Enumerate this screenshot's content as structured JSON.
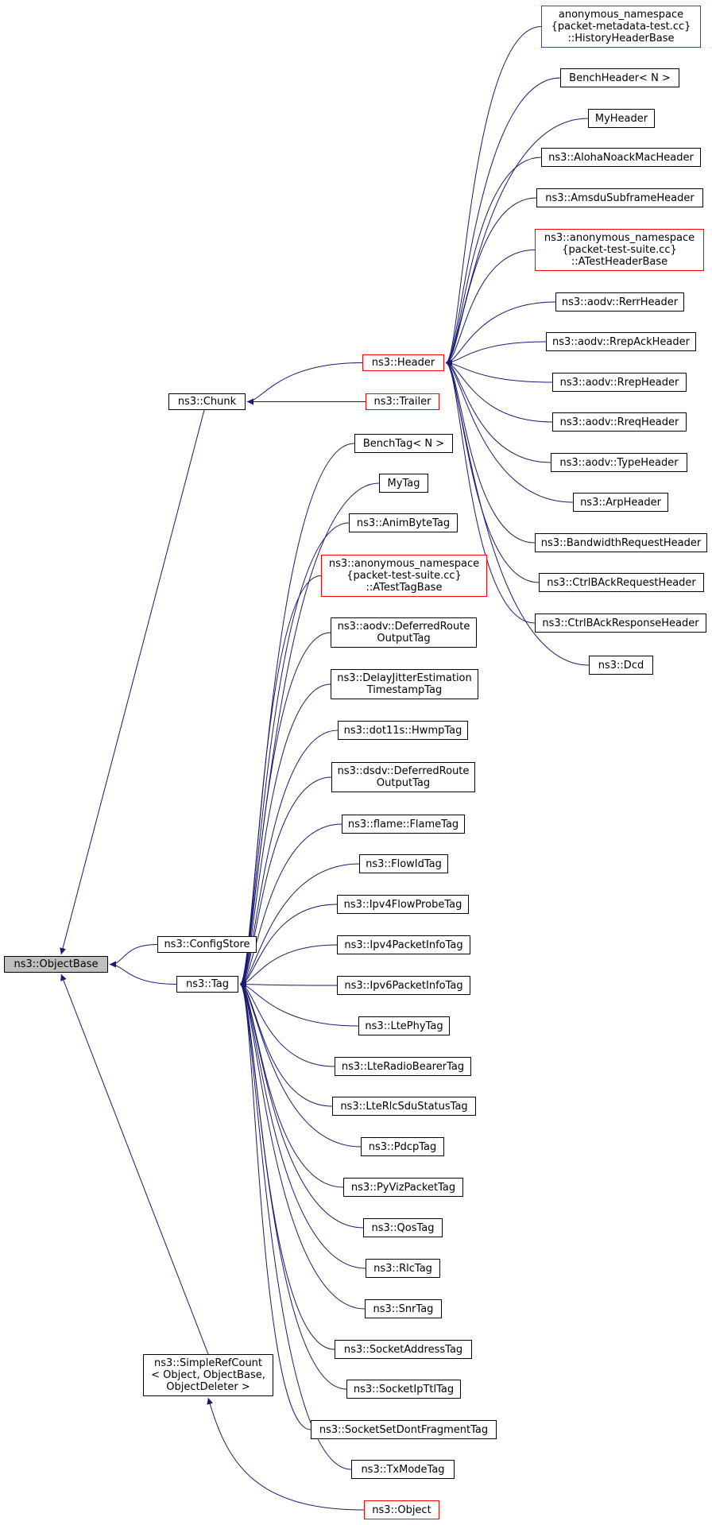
{
  "colors": {
    "edge": "#191970",
    "border": "#000000",
    "border_link": "#ff0000",
    "root_fill": "#bfbfbf"
  },
  "nodes": {
    "object_base": "ns3::ObjectBase",
    "chunk": "ns3::Chunk",
    "config_store": "ns3::ConfigStore",
    "tag": "ns3::Tag",
    "simple_ref_count": "ns3::SimpleRefCount\n< Object, ObjectBase,\n ObjectDeleter >",
    "header": "ns3::Header",
    "trailer": "ns3::Trailer",
    "h_history": "anonymous_namespace\n{packet-metadata-test.cc}\n::HistoryHeaderBase",
    "h_bench": "BenchHeader< N >",
    "h_my": "MyHeader",
    "h_aloha": "ns3::AlohaNoackMacHeader",
    "h_amsdu": "ns3::AmsduSubframeHeader",
    "h_atest": "ns3::anonymous_namespace\n{packet-test-suite.cc}\n::ATestHeaderBase",
    "h_rerr": "ns3::aodv::RerrHeader",
    "h_rrepack": "ns3::aodv::RrepAckHeader",
    "h_rrep": "ns3::aodv::RrepHeader",
    "h_rreq": "ns3::aodv::RreqHeader",
    "h_type": "ns3::aodv::TypeHeader",
    "h_arp": "ns3::ArpHeader",
    "h_bandwidth": "ns3::BandwidthRequestHeader",
    "h_ctrlreq": "ns3::CtrlBAckRequestHeader",
    "h_ctrlresp": "ns3::CtrlBAckResponseHeader",
    "h_dcd": "ns3::Dcd",
    "t_bench": "BenchTag< N >",
    "t_my": "MyTag",
    "t_anim": "ns3::AnimByteTag",
    "t_atest": "ns3::anonymous_namespace\n{packet-test-suite.cc}\n::ATestTagBase",
    "t_aodv_def": "ns3::aodv::DeferredRoute\nOutputTag",
    "t_delay": "ns3::DelayJitterEstimation\nTimestampTag",
    "t_hwmp": "ns3::dot11s::HwmpTag",
    "t_dsdv_def": "ns3::dsdv::DeferredRoute\nOutputTag",
    "t_flame": "ns3::flame::FlameTag",
    "t_flowid": "ns3::FlowIdTag",
    "t_ipv4flow": "ns3::Ipv4FlowProbeTag",
    "t_ipv4pkt": "ns3::Ipv4PacketInfoTag",
    "t_ipv6pkt": "ns3::Ipv6PacketInfoTag",
    "t_ltephy": "ns3::LtePhyTag",
    "t_lteradio": "ns3::LteRadioBearerTag",
    "t_lterlc": "ns3::LteRlcSduStatusTag",
    "t_pdcp": "ns3::PdcpTag",
    "t_pyviz": "ns3::PyVizPacketTag",
    "t_qos": "ns3::QosTag",
    "t_rlc": "ns3::RlcTag",
    "t_snr": "ns3::SnrTag",
    "t_sockaddr": "ns3::SocketAddressTag",
    "t_sockttl": "ns3::SocketIpTtlTag",
    "t_sockfrag": "ns3::SocketSetDontFragmentTag",
    "t_txmode": "ns3::TxModeTag",
    "object": "ns3::Object"
  }
}
